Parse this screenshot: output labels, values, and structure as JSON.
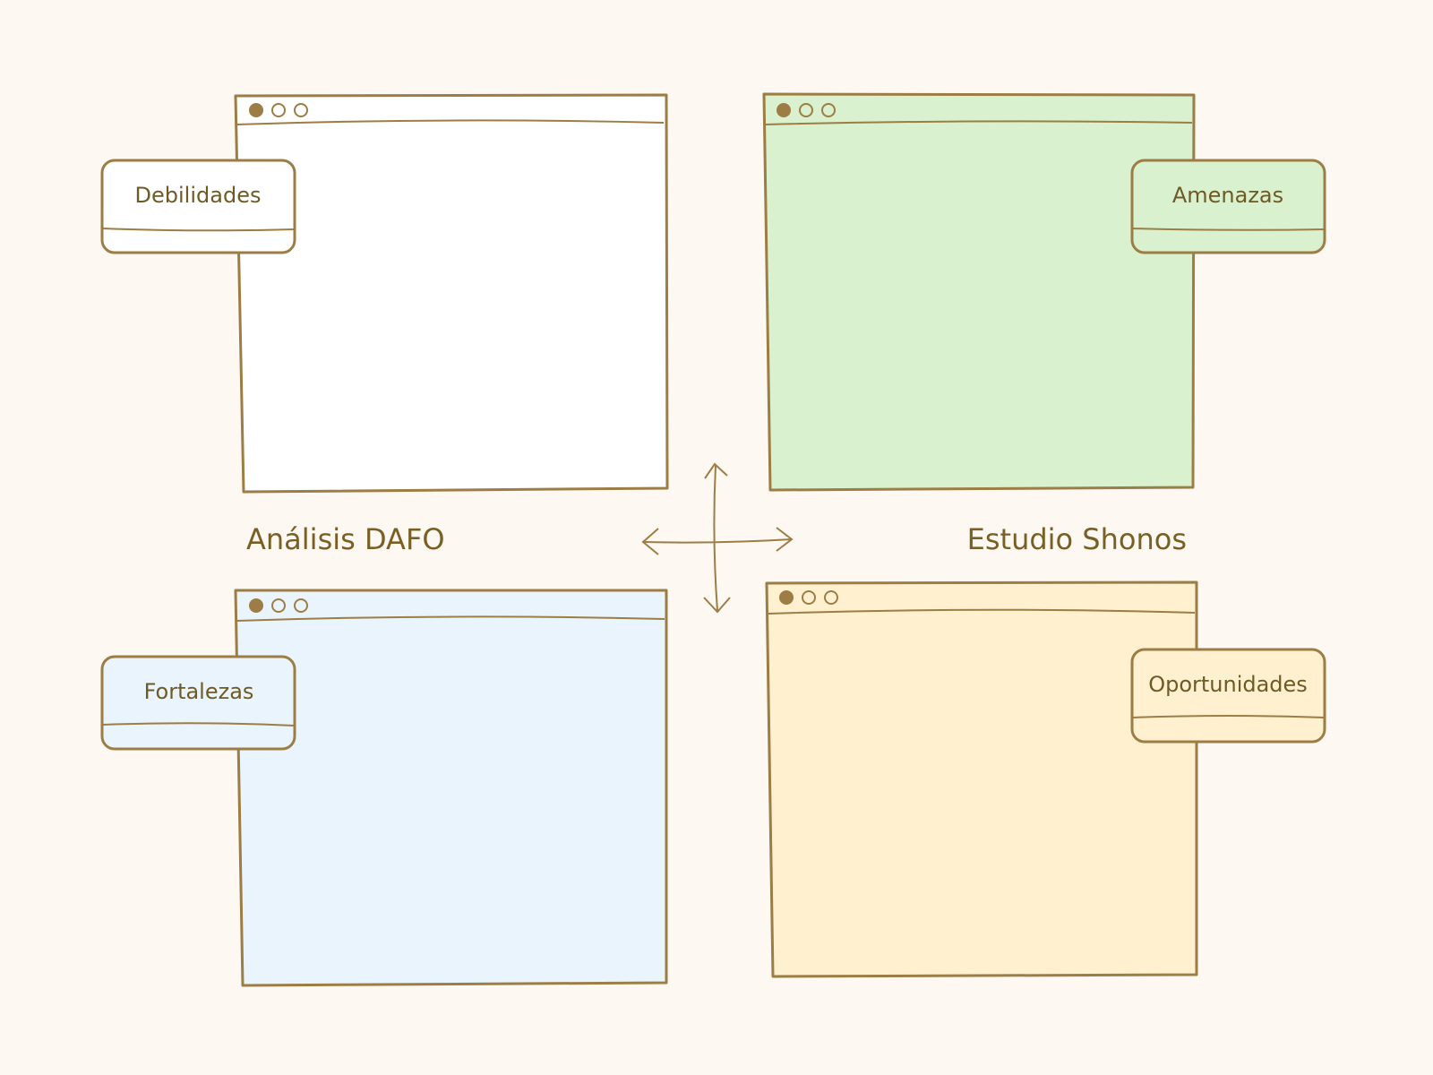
{
  "diagram": {
    "title": "Análisis DAFO",
    "subtitle": "Estudio Shonos",
    "colors": {
      "background": "#fdf8f1",
      "outline": "#9c7d45",
      "text": "#6e5a24"
    },
    "quadrants": [
      {
        "key": "debilidades",
        "label": "Debilidades",
        "fill": "#ffffff"
      },
      {
        "key": "amenazas",
        "label": "Amenazas",
        "fill": "#d9f1ce"
      },
      {
        "key": "fortalezas",
        "label": "Fortalezas",
        "fill": "#eaf4fd"
      },
      {
        "key": "oportunidades",
        "label": "Oportunidades",
        "fill": "#fff0cf"
      }
    ],
    "center_icon": "four-way-arrow-icon"
  }
}
